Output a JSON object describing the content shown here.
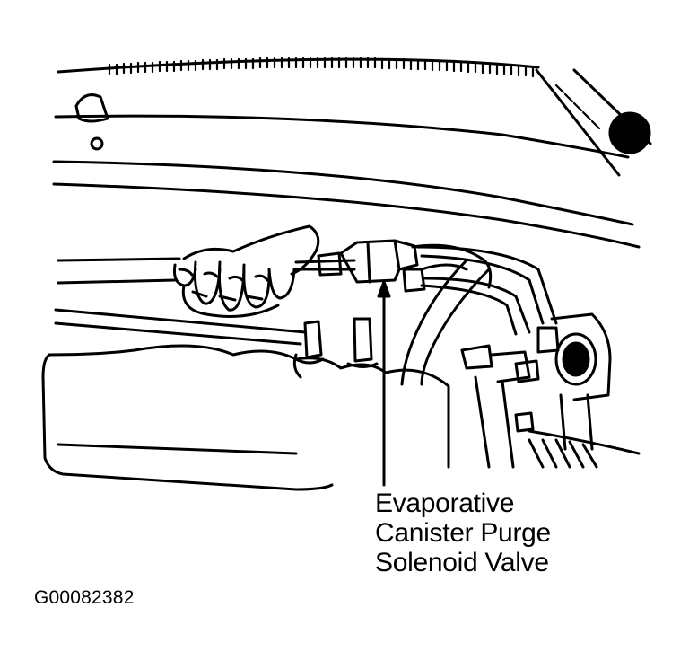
{
  "callout": {
    "lines": [
      "Evaporative",
      "Canister Purge",
      "Solenoid Valve"
    ]
  },
  "figure_id": "G00082382",
  "colors": {
    "ink": "#000000",
    "paper": "#ffffff"
  }
}
